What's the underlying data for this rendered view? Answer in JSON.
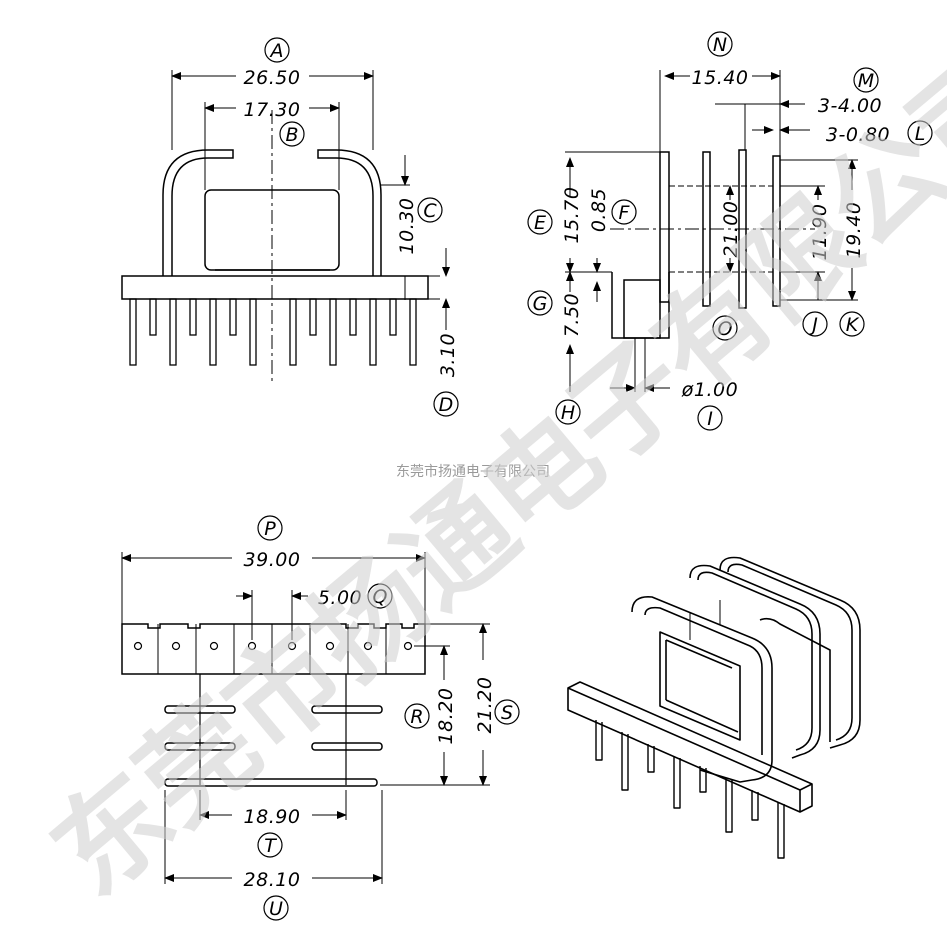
{
  "company_caption": "东莞市扬通电子有限公司",
  "watermark_text": "东莞市扬通电子有限公司",
  "colors": {
    "line": "#000000",
    "watermark": "#cfcfcf",
    "caption": "#9a9a9a"
  },
  "callouts": {
    "A": "A",
    "B": "B",
    "C": "C",
    "D": "D",
    "E": "E",
    "F": "F",
    "G": "G",
    "H": "H",
    "I": "I",
    "J": "J",
    "K": "K",
    "L": "L",
    "M": "M",
    "N": "N",
    "O": "O",
    "P": "P",
    "Q": "Q",
    "R": "R",
    "S": "S",
    "T": "T",
    "U": "U"
  },
  "dimensions": {
    "A": "26.50",
    "B": "17.30",
    "C": "10.30",
    "D": "3.10",
    "E": "15.70",
    "F": "0.85",
    "G": "7.50",
    "I": "ø1.00",
    "J": "11.90",
    "K": "19.40",
    "L": "3-0.80",
    "M": "3-4.00",
    "N": "15.40",
    "O": "21.00",
    "P": "39.00",
    "Q": "5.00",
    "R": "18.20",
    "S": "21.20",
    "T": "18.90",
    "U": "28.10"
  }
}
